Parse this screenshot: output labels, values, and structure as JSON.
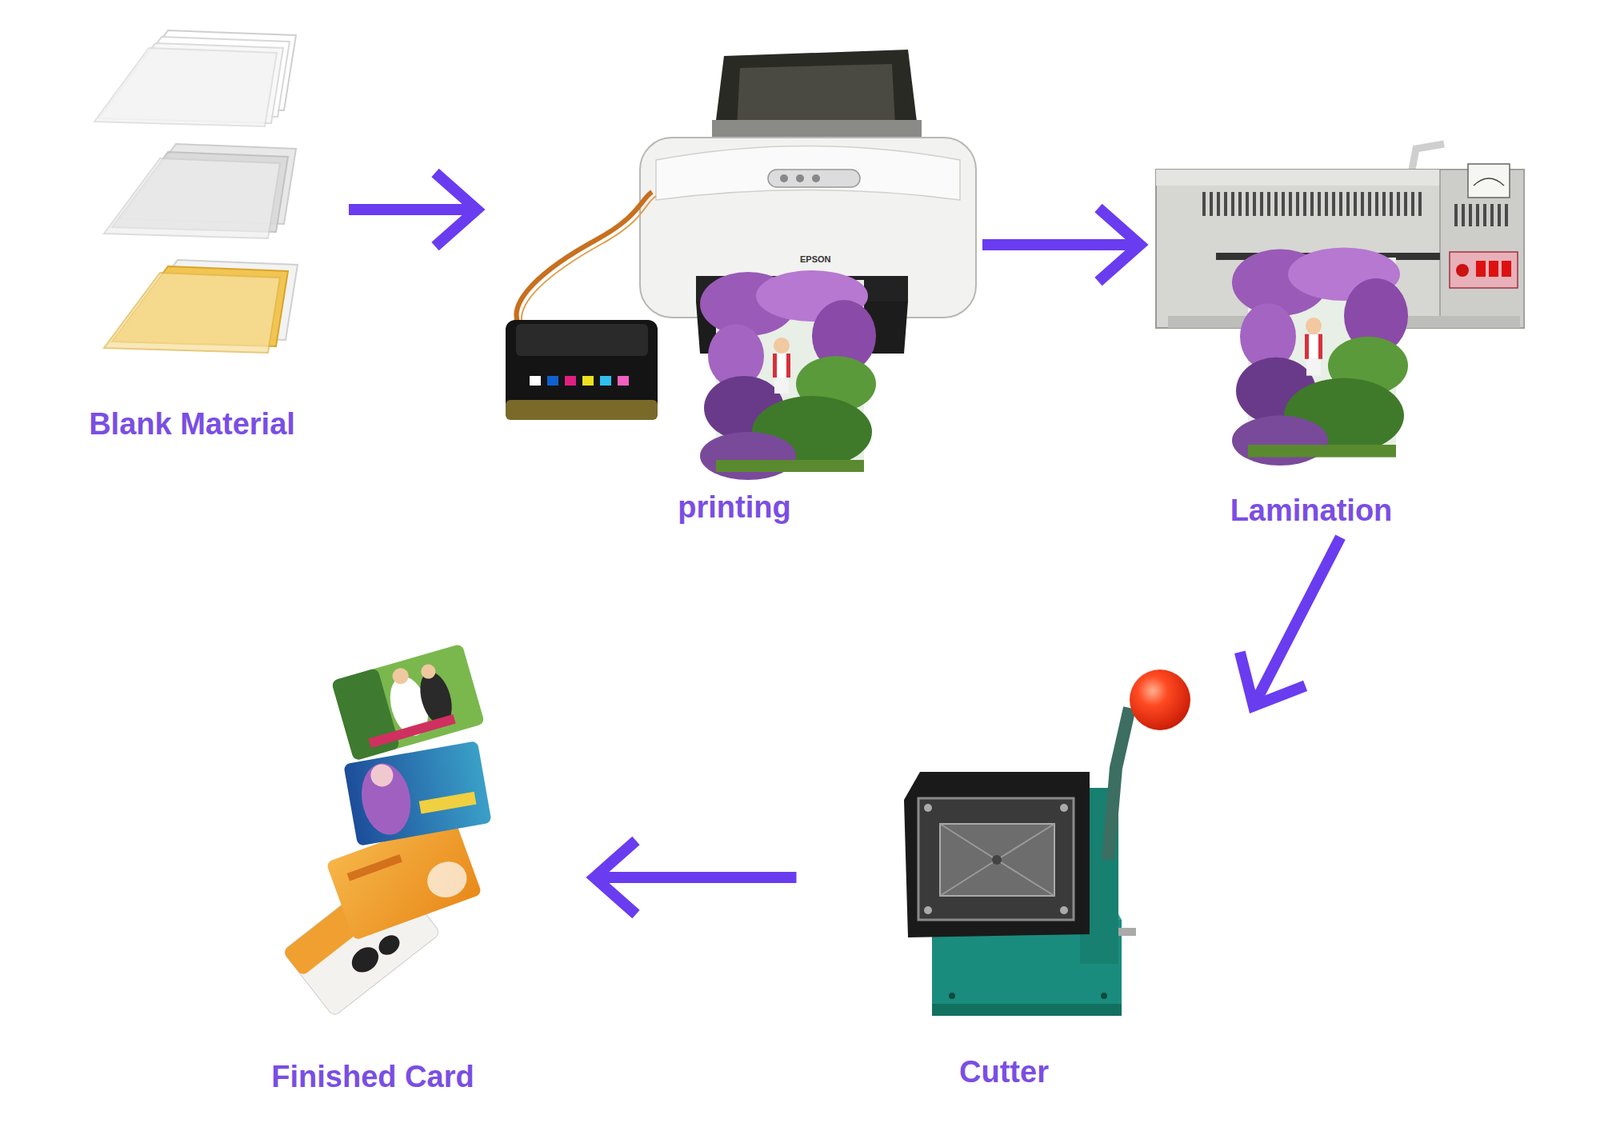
{
  "diagram": {
    "nodes": [
      {
        "text": [
          "Blank Material"
        ]
      },
      {
        "text": [
          "printing"
        ]
      },
      {
        "text": [
          "Lamination"
        ]
      },
      {
        "text": [
          "Cutter"
        ]
      },
      {
        "text": [
          "Finished Card"
        ]
      }
    ],
    "edges": [
      {
        "from": 0,
        "to": 1,
        "arrow": "to"
      },
      {
        "from": 1,
        "to": 2,
        "arrow": "to"
      },
      {
        "from": 2,
        "to": 3,
        "arrow": "to"
      },
      {
        "from": 3,
        "to": 4,
        "arrow": "to"
      }
    ],
    "labels": [
      "EPSON"
    ]
  }
}
